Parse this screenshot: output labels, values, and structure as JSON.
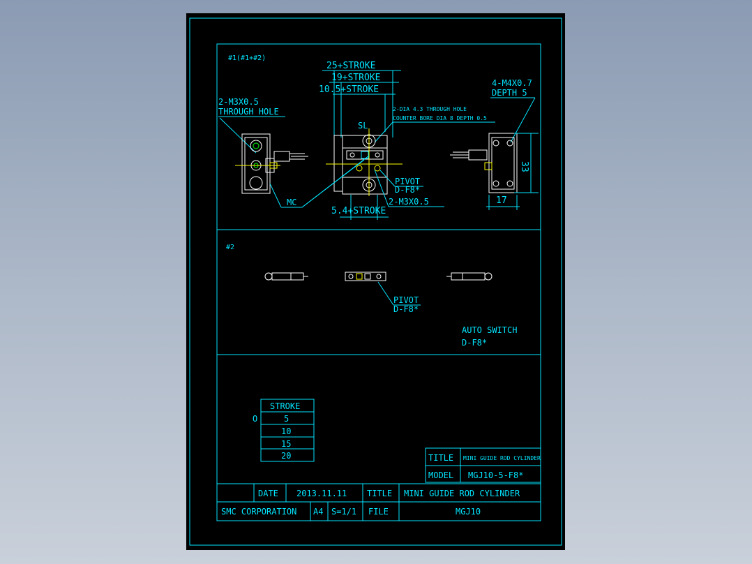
{
  "section1": {
    "label": "#1(#1+#2)",
    "dim_25": "25+STROKE",
    "dim_19": "19+STROKE",
    "dim_10": "10.5+STROKE",
    "dim_54": "5.4+STROKE",
    "note_m3_1": "2-M3X0.5",
    "note_through": "THROUGH HOLE",
    "note_dia_1": "2-DIA 4.3 THROUGH HOLE",
    "note_dia_2": "COUNTER BORE DIA 8 DEPTH 0.5",
    "note_m4_1": "4-M4X0.7",
    "note_m4_2": "DEPTH 5",
    "sl": "SL",
    "mc": "MC",
    "pivot": "PIVOT",
    "df8": "D-F8*",
    "note_m3_2": "2-M3X0.5",
    "dim_33": "33",
    "dim_17": "17"
  },
  "section2": {
    "label": "#2",
    "pivot": "PIVOT",
    "df8": "D-F8*",
    "auto_switch": "AUTO SWITCH",
    "auto_df8": "D-F8*"
  },
  "stroke_table": {
    "header": "STROKE",
    "marker": "O",
    "rows": [
      "5",
      "10",
      "15",
      "20"
    ]
  },
  "title_block": {
    "title_label": "TITLE",
    "title_value": "MINI GUIDE ROD CYLINDER",
    "model_label": "MODEL",
    "model_value": "MGJ10-5-F8*",
    "date_label": "DATE",
    "date_value": "2013.11.11",
    "title2_label": "TITLE",
    "title2_value": "MINI GUIDE ROD CYLINDER",
    "company": "SMC CORPORATION",
    "size": "A4",
    "scale": "S=1/1",
    "file_label": "FILE",
    "file_value": "MGJ10"
  }
}
